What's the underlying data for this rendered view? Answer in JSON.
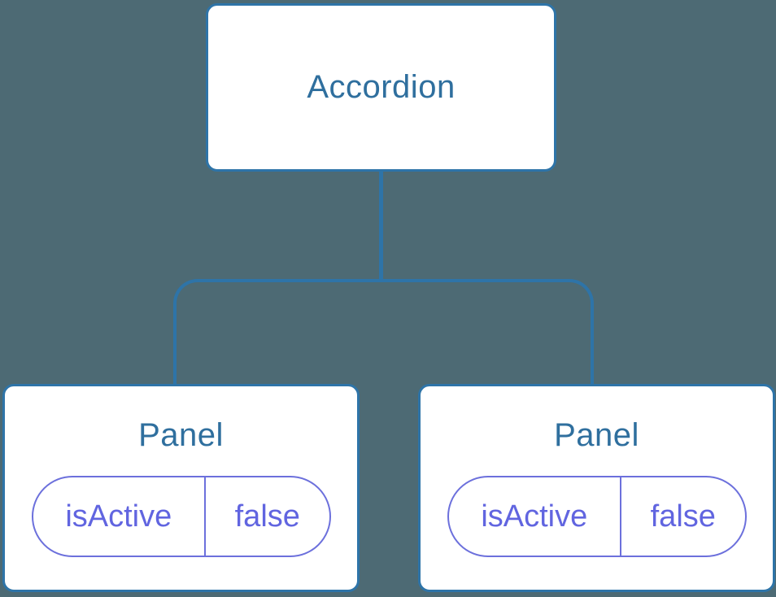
{
  "diagram": {
    "root": {
      "label": "Accordion"
    },
    "children": [
      {
        "label": "Panel",
        "state": {
          "key": "isActive",
          "value": "false"
        }
      },
      {
        "label": "Panel",
        "state": {
          "key": "isActive",
          "value": "false"
        }
      }
    ]
  },
  "colors": {
    "background": "#4D6A74",
    "connector": "#2E74A8",
    "node_border": "#2E74A8",
    "node_fill": "#FFFFFF",
    "node_text": "#2F6F9E",
    "state_border": "#6C70DC",
    "state_text": "#6165E0"
  }
}
